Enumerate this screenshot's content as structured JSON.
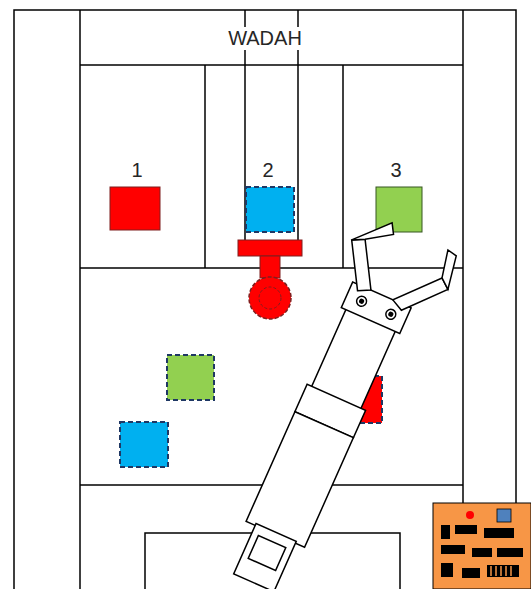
{
  "diagram": {
    "nodes": [
      {
        "text": [
          "WADAH"
        ]
      },
      {
        "text": [
          "1"
        ]
      },
      {
        "text": [
          "2"
        ]
      },
      {
        "text": [
          "3"
        ]
      }
    ]
  }
}
